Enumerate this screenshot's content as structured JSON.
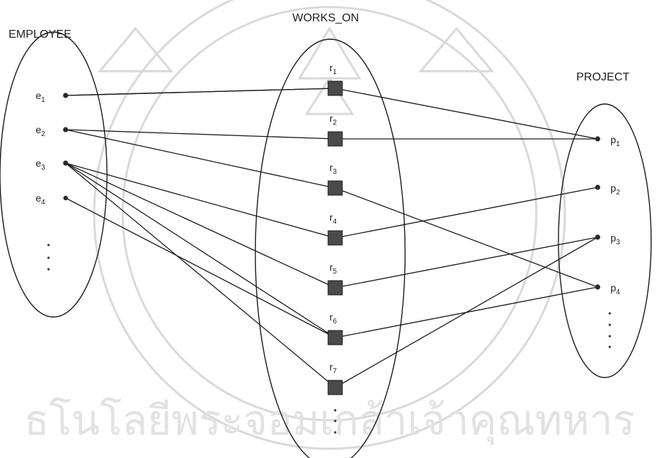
{
  "sets": {
    "employee": {
      "title": "EMPLOYEE"
    },
    "works_on": {
      "title": "WORKS_ON"
    },
    "project": {
      "title": "PROJECT"
    }
  },
  "employees": [
    {
      "id": "e1",
      "letter": "e",
      "sub": "1"
    },
    {
      "id": "e2",
      "letter": "e",
      "sub": "2"
    },
    {
      "id": "e3",
      "letter": "e",
      "sub": "3"
    },
    {
      "id": "e4",
      "letter": "e",
      "sub": "4"
    }
  ],
  "relationships": [
    {
      "id": "r1",
      "letter": "r",
      "sub": "1"
    },
    {
      "id": "r2",
      "letter": "r",
      "sub": "2"
    },
    {
      "id": "r3",
      "letter": "r",
      "sub": "3"
    },
    {
      "id": "r4",
      "letter": "r",
      "sub": "4"
    },
    {
      "id": "r5",
      "letter": "r",
      "sub": "5"
    },
    {
      "id": "r6",
      "letter": "r",
      "sub": "6"
    },
    {
      "id": "r7",
      "letter": "r",
      "sub": "7"
    }
  ],
  "projects": [
    {
      "id": "p1",
      "letter": "p",
      "sub": "1"
    },
    {
      "id": "p2",
      "letter": "p",
      "sub": "2"
    },
    {
      "id": "p3",
      "letter": "p",
      "sub": "3"
    },
    {
      "id": "p4",
      "letter": "p",
      "sub": "4"
    }
  ],
  "links": [
    {
      "from": "e1",
      "to": "r1"
    },
    {
      "from": "e2",
      "to": "r2"
    },
    {
      "from": "e2",
      "to": "r3"
    },
    {
      "from": "e3",
      "to": "r4"
    },
    {
      "from": "e3",
      "to": "r5"
    },
    {
      "from": "e3",
      "to": "r6"
    },
    {
      "from": "e3",
      "to": "r7"
    },
    {
      "from": "e4",
      "to": "r6"
    },
    {
      "from": "e1",
      "to": "r1"
    },
    {
      "from": "r1",
      "to": "p1"
    },
    {
      "from": "r2",
      "to": "p1"
    },
    {
      "from": "r3",
      "to": "p4"
    },
    {
      "from": "r4",
      "to": "p2"
    },
    {
      "from": "r5",
      "to": "p3"
    },
    {
      "from": "r6",
      "to": "p4"
    },
    {
      "from": "r7",
      "to": "p3"
    }
  ],
  "watermark": {
    "text": "ธโนโลยีพระจอมเกล้าเจ้าคุณทหาร"
  },
  "colors": {
    "line": "#1a1a1a",
    "box": "#4a4a4a",
    "watermark": "#d9d9d9"
  }
}
